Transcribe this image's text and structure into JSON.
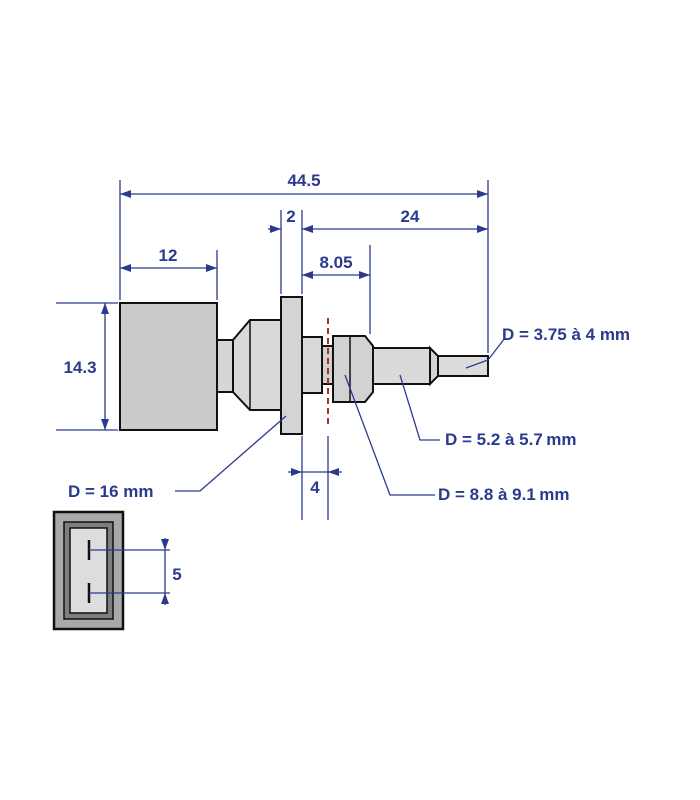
{
  "colors": {
    "dimension": "#2b3a8c",
    "outline": "#111111",
    "body_fill": "#cbcbcb",
    "connector_frame": "#a9a9a9",
    "connector_inner": "#dddddd"
  },
  "dimensions": {
    "overall_length": "44.5",
    "flange_thickness": "2",
    "probe_length": "24",
    "body_length": "12",
    "thread_section": "8.05",
    "body_height": "14.3",
    "shoulder_gap": "4",
    "pin_spacing": "5"
  },
  "callouts": {
    "tip_diameter": "D = 3.75 à 4 mm",
    "shaft_diameter": "D = 5.2 à 5.7 mm",
    "flange_diameter": "D = 16 mm",
    "nut_diameter": "D = 8.8 à 9.1 mm"
  }
}
